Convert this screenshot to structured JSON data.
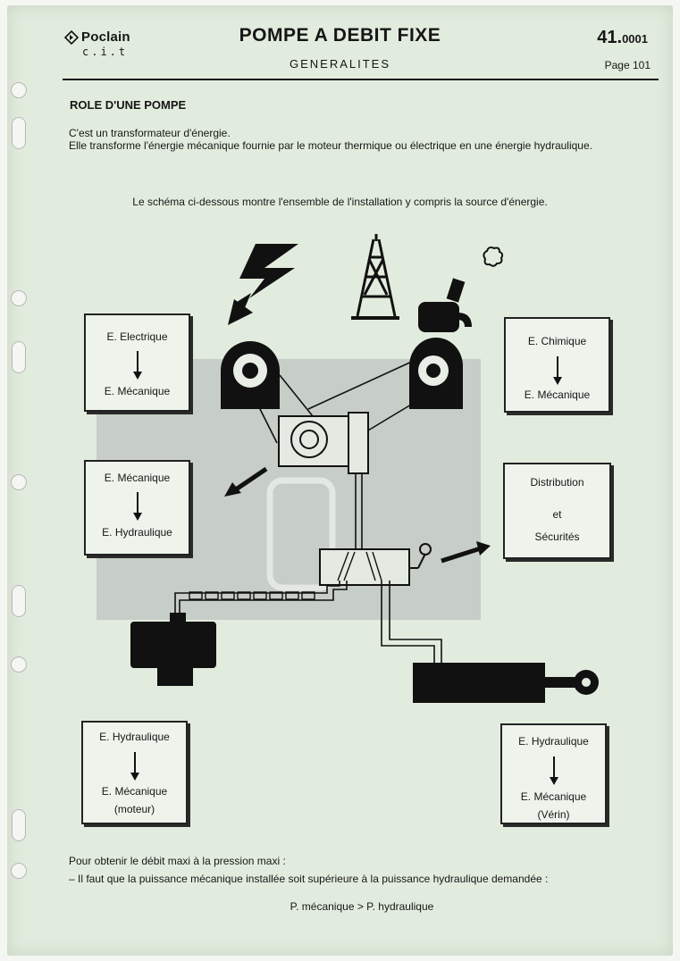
{
  "header": {
    "brand": "Poclain",
    "brand_sub": "c.i.t",
    "title": "POMPE A DEBIT FIXE",
    "subtitle": "GENERALITES",
    "doc_number_main": "41.",
    "doc_number_sub": "0001",
    "page": "Page 101"
  },
  "section": {
    "heading": "ROLE D'UNE POMPE",
    "line1": "C'est un transformateur d'énergie.",
    "line2": "Elle transforme l'énergie mécanique fournie par le moteur thermique ou électrique en une énergie hydraulique.",
    "intro": "Le schéma ci-dessous montre l'ensemble de l'installation y compris la source d'énergie."
  },
  "boxes": {
    "electric": {
      "top": "E. Electrique",
      "bottom": "E. Mécanique"
    },
    "chemical": {
      "top": "E. Chimique",
      "bottom": "E. Mécanique"
    },
    "pump": {
      "top": "E. Mécanique",
      "bottom": "E. Hydraulique"
    },
    "distribution": {
      "line1": "Distribution",
      "line2": "et",
      "line3": "Sécurités"
    },
    "motor": {
      "top": "E. Hydraulique",
      "bottom": "E. Mécanique",
      "note": "(moteur)"
    },
    "cylinder": {
      "top": "E. Hydraulique",
      "bottom": "E. Mécanique",
      "note": "(Vérin)"
    }
  },
  "footer": {
    "line1": "Pour obtenir le débit maxi à la pression maxi :",
    "line2": "– Il faut que la puissance mécanique installée soit supérieure à la puissance hydraulique demandée :",
    "formula": "P. mécanique > P. hydraulique"
  },
  "colors": {
    "paper": "#e2ecde",
    "ink": "#161616",
    "panel": "#c8cec8"
  }
}
